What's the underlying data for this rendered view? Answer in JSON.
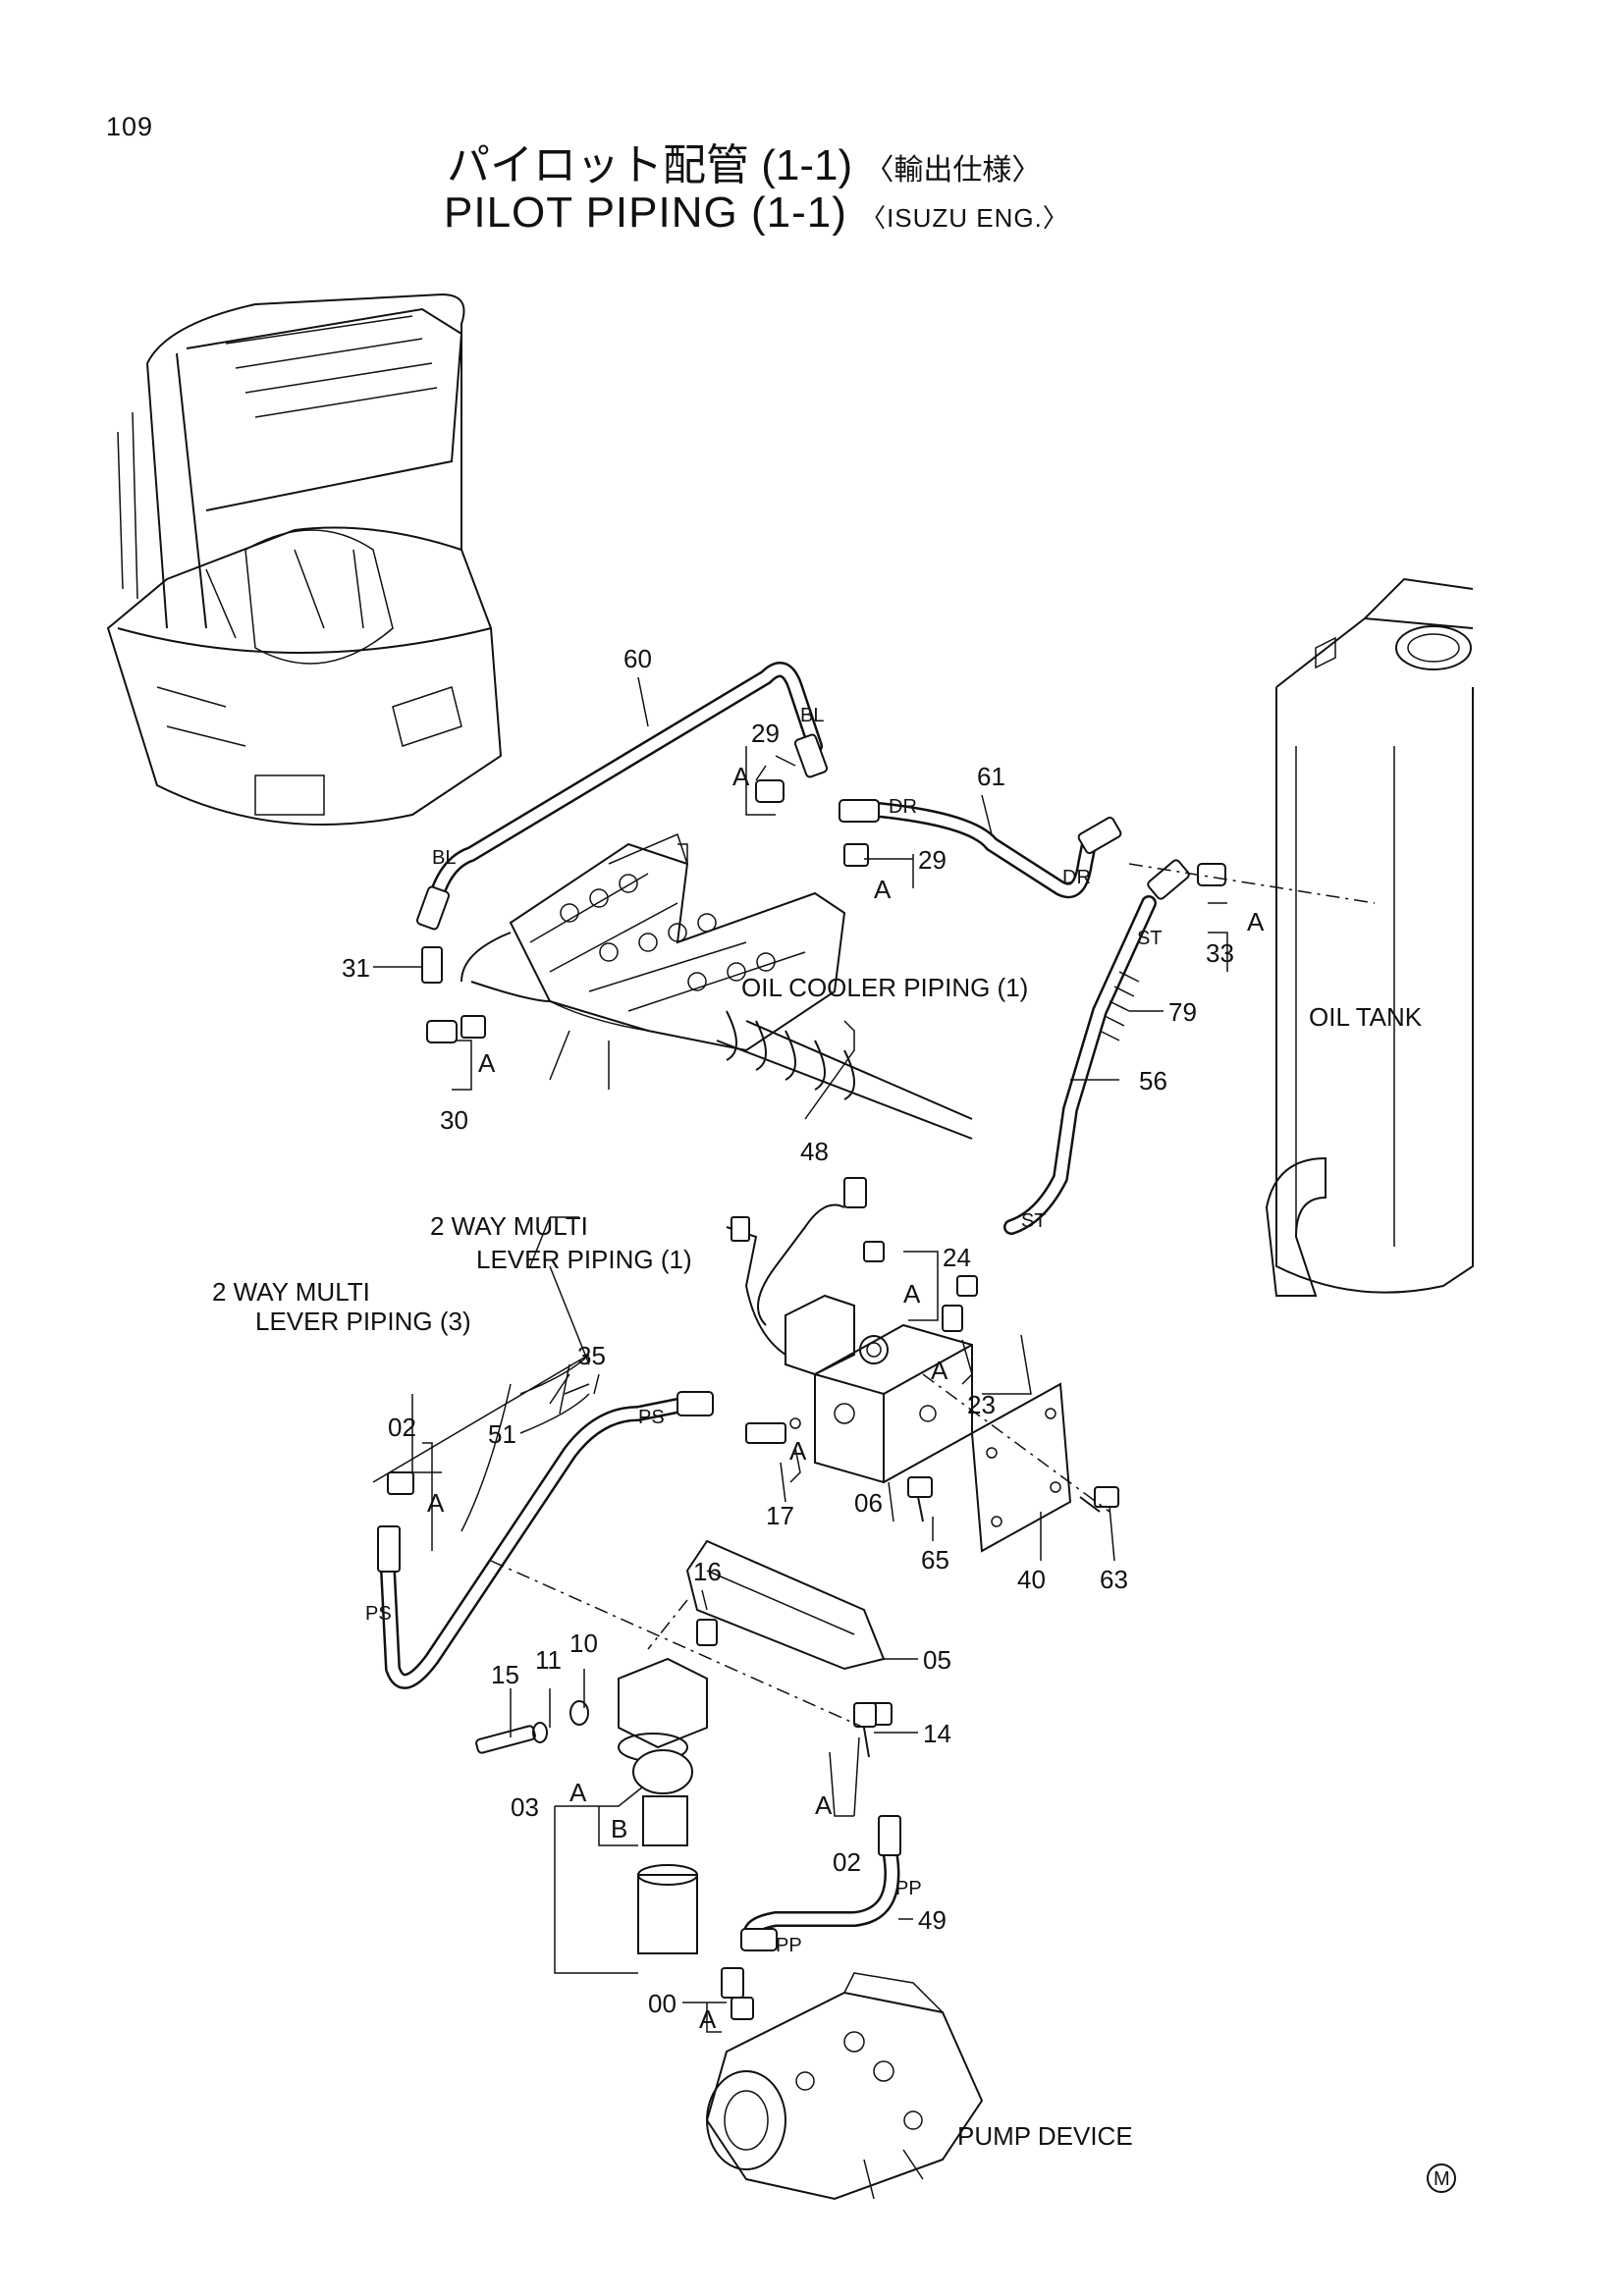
{
  "page_number": "109",
  "title_jp": {
    "main": "パイロット配管 (1-1)",
    "spec": "〈輸出仕様〉"
  },
  "title_en": {
    "main": "PILOT PIPING (1-1)",
    "spec": "〈ISUZU ENG.〉"
  },
  "callouts": {
    "p60": "60",
    "p29a": "29",
    "p29b": "29",
    "p61": "61",
    "p33": "33",
    "p31": "31",
    "p30": "30",
    "p48": "48",
    "p79": "79",
    "p56": "56",
    "p24": "24",
    "p23": "23",
    "p35": "35",
    "p51": "51",
    "p02a": "02",
    "p17": "17",
    "p06": "06",
    "p65": "65",
    "p40": "40",
    "p63": "63",
    "p16": "16",
    "p05": "05",
    "p14": "14",
    "p15": "15",
    "p11": "11",
    "p10": "10",
    "p03": "03",
    "p02b": "02",
    "p49": "49",
    "p00": "00"
  },
  "port_labels": {
    "bl_top": "BL",
    "bl_left": "BL",
    "dr1": "DR",
    "dr2": "DR",
    "st1": "ST",
    "st2": "ST",
    "ps1": "PS",
    "ps2": "PS",
    "pp1": "PP",
    "pp2": "PP"
  },
  "group_marks": {
    "a": "A",
    "b": "B"
  },
  "text_labels": {
    "oil_cooler": "OIL COOLER PIPING (1)",
    "oil_tank": "OIL TANK",
    "multi1_line1": "2 WAY MULTI",
    "multi1_line2": "LEVER PIPING (1)",
    "multi3_line1": "2 WAY MULTI",
    "multi3_line2": "LEVER PIPING (3)",
    "pump_device": "PUMP DEVICE",
    "mark": "M"
  }
}
